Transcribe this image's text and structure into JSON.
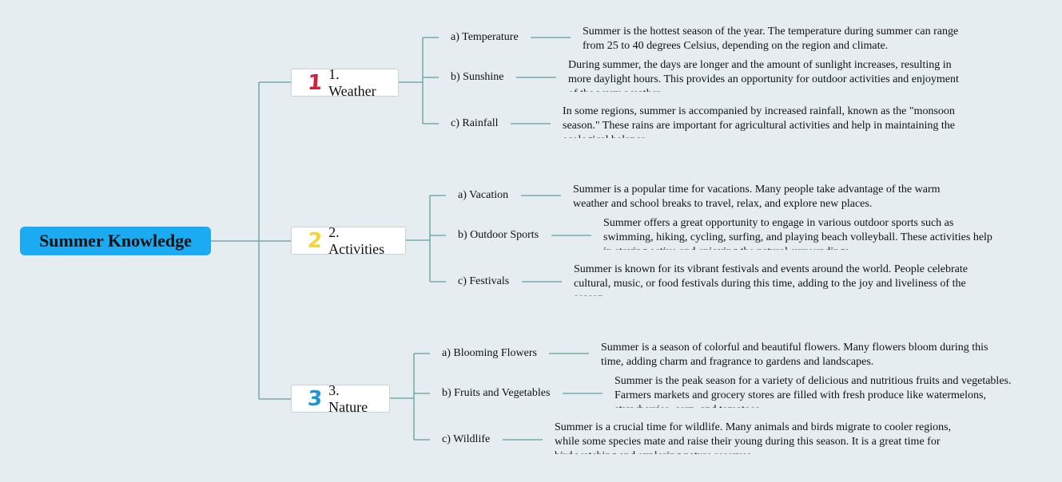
{
  "root": {
    "label": "Summer Knowledge",
    "color": "#1aabf2"
  },
  "line_color": "#5f9f9b",
  "branches": [
    {
      "number": "1",
      "label": "1. Weather",
      "badge_color": "#d41f3a",
      "items": [
        {
          "label": "a) Temperature",
          "text": "Summer is the hottest season of the year. The temperature during summer can range from 25 to 40 degrees Celsius, depending on the region and climate."
        },
        {
          "label": "b) Sunshine",
          "text": "During summer, the days are longer and the amount of sunlight increases, resulting in more daylight hours. This provides an opportunity for outdoor activities and enjoyment of the warm weather."
        },
        {
          "label": "c) Rainfall",
          "text": "In some regions, summer is accompanied by increased rainfall, known as the \"monsoon season.\" These rains are important for agricultural activities and help in maintaining the ecological balance."
        }
      ]
    },
    {
      "number": "2",
      "label": "2. Activities",
      "badge_color": "#f5d33a",
      "items": [
        {
          "label": "a) Vacation",
          "text": "Summer is a popular time for vacations. Many people take advantage of the warm weather and school breaks to travel, relax, and explore new places."
        },
        {
          "label": "b) Outdoor Sports",
          "text": "Summer offers a great opportunity to engage in various outdoor sports such as swimming, hiking, cycling, surfing, and playing beach volleyball. These activities help in staying active and enjoying the natural surroundings."
        },
        {
          "label": "c) Festivals",
          "text": "Summer is known for its vibrant festivals and events around the world. People celebrate cultural, music, or food festivals during this time, adding to the joy and liveliness of the season."
        }
      ]
    },
    {
      "number": "3",
      "label": "3. Nature",
      "badge_color": "#1e96d6",
      "items": [
        {
          "label": "a) Blooming Flowers",
          "text": "Summer is a season of colorful and beautiful flowers. Many flowers bloom during this time, adding charm and fragrance to gardens and landscapes."
        },
        {
          "label": "b) Fruits and Vegetables",
          "text": "Summer is the peak season for a variety of delicious and nutritious fruits and vegetables. Farmers markets and grocery stores are filled with fresh produce like watermelons, strawberries, corn, and tomatoes."
        },
        {
          "label": "c) Wildlife",
          "text": "Summer is a crucial time for wildlife. Many animals and birds migrate to cooler regions, while some species mate and raise their young during this season. It is a great time for bird watching and exploring nature reserves."
        }
      ]
    }
  ]
}
